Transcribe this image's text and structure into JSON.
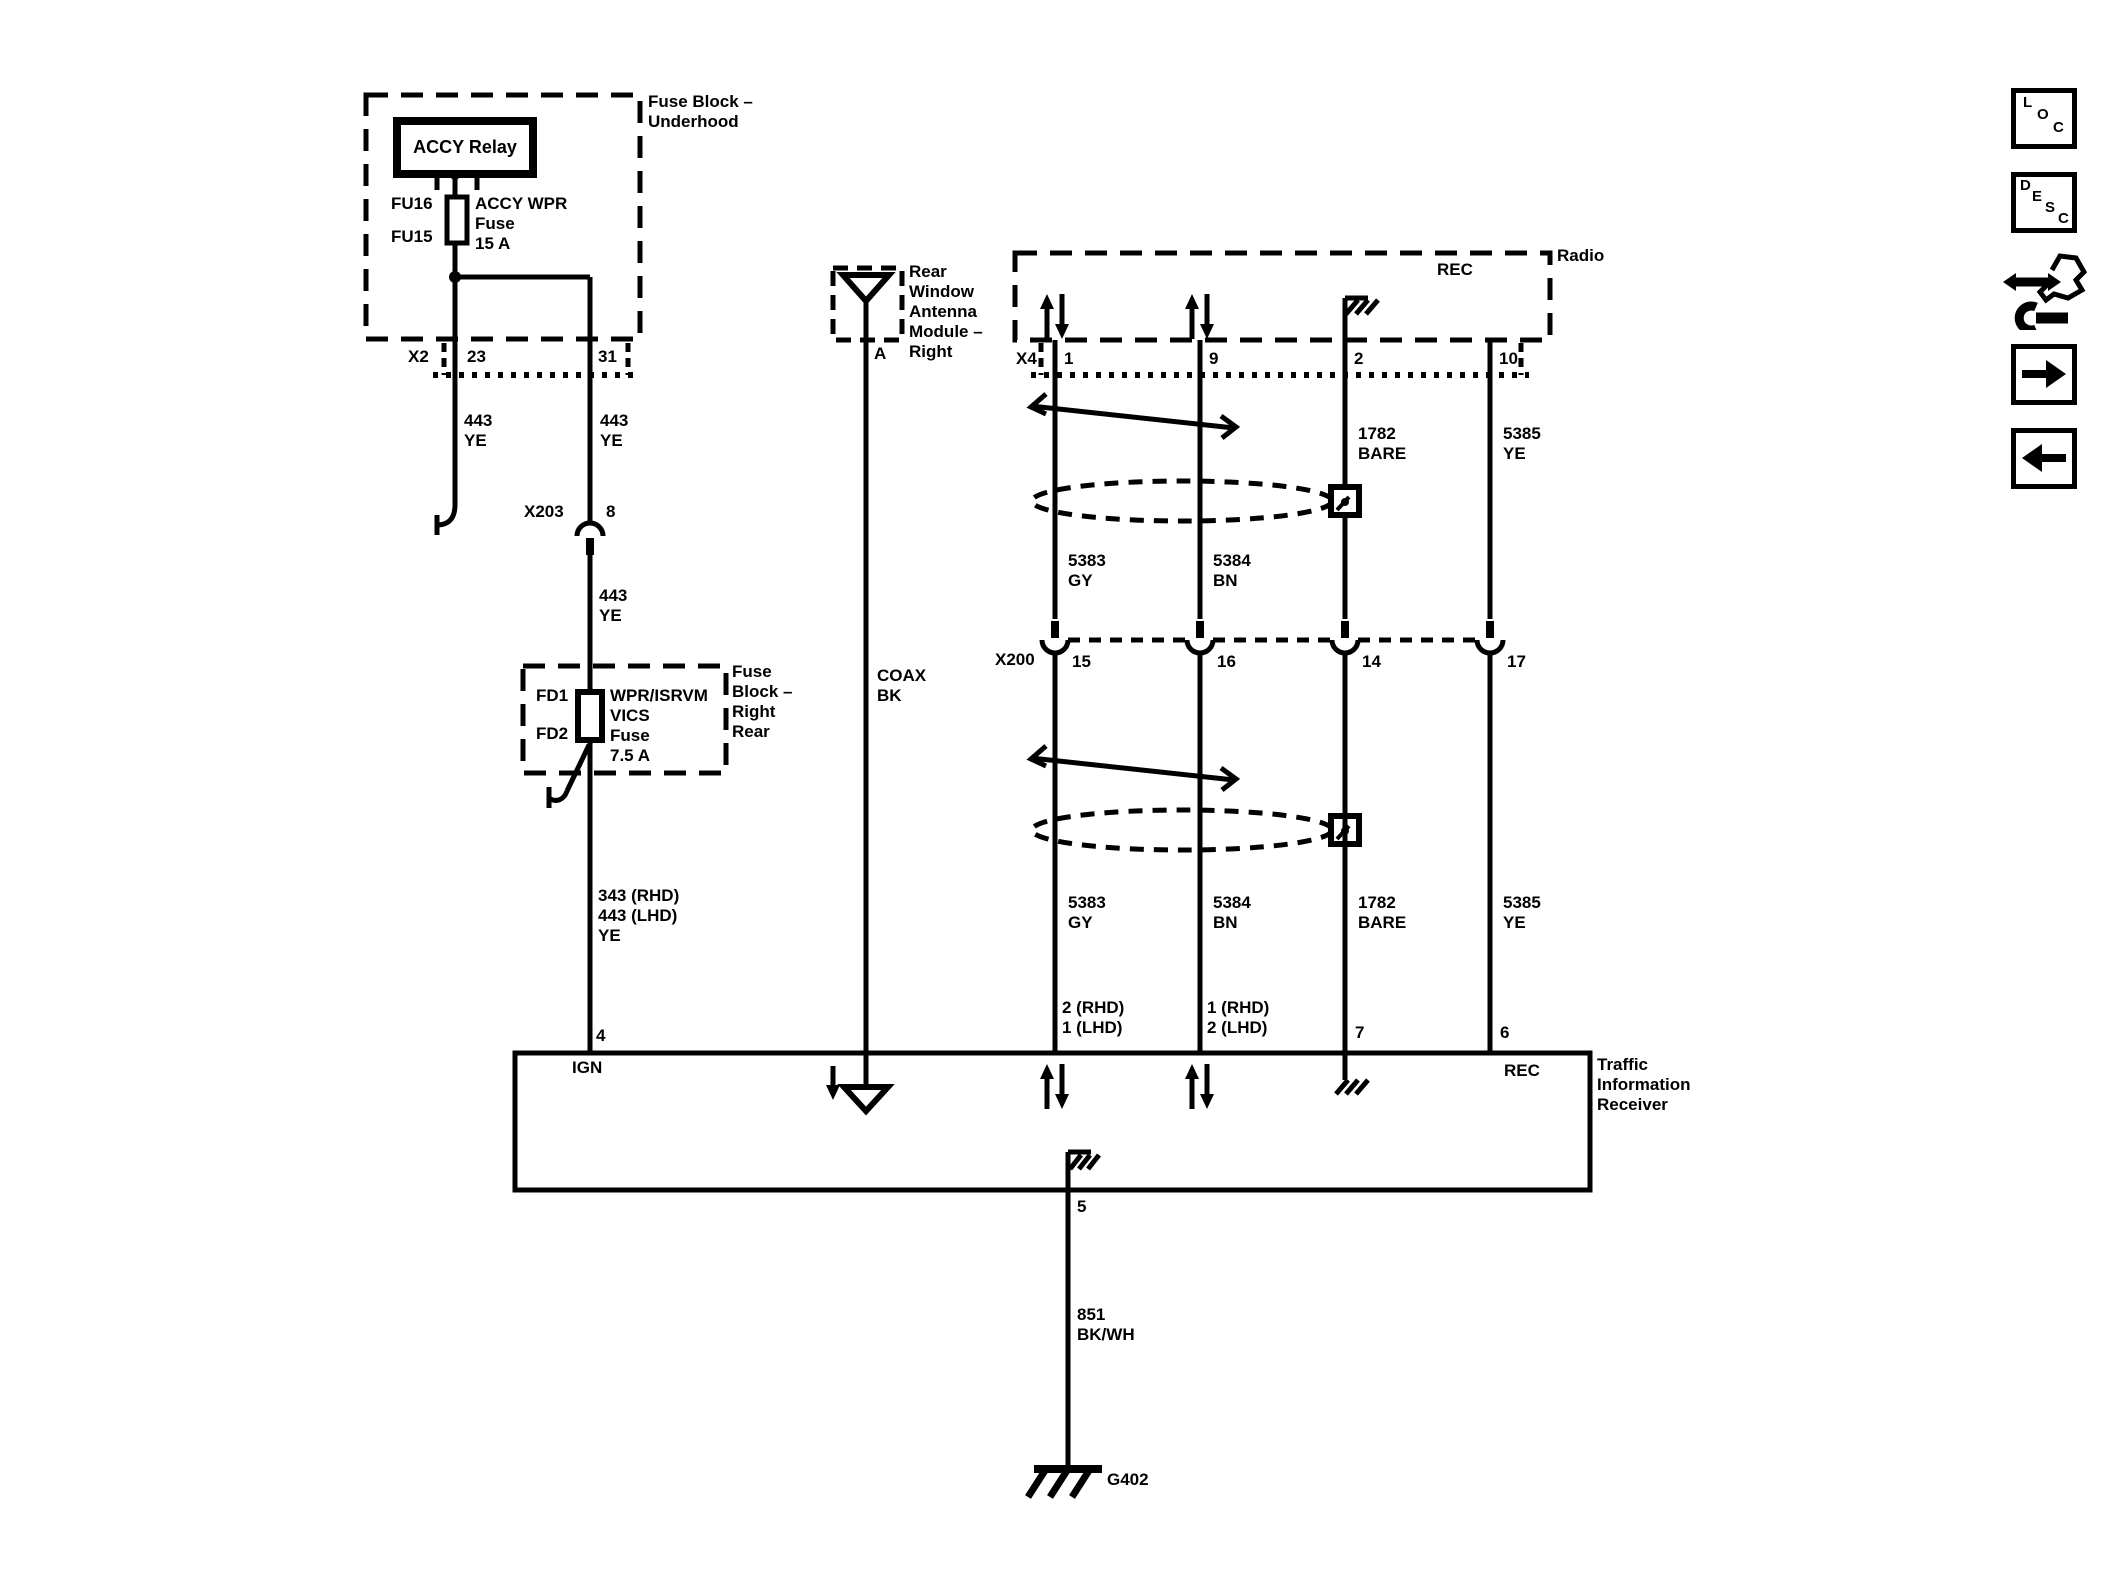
{
  "toolbar": {
    "loc_letters": [
      "L",
      "O",
      "C"
    ],
    "desc_letters": [
      "D",
      "E",
      "S",
      "C"
    ]
  },
  "underhood_fuse_block": {
    "title": [
      "Fuse Block –",
      "Underhood"
    ],
    "relay_label": "ACCY Relay",
    "pin_top": "FU16",
    "pin_bottom": "FU15",
    "fuse_desc": [
      "ACCY WPR",
      "Fuse",
      "15 A"
    ]
  },
  "connector_x2": {
    "label": "X2",
    "pin_left": "23",
    "pin_right": "31"
  },
  "wire_443_left": [
    "443",
    "YE"
  ],
  "wire_443_right": [
    "443",
    "YE"
  ],
  "connector_x203": {
    "label": "X203",
    "pin": "8"
  },
  "wire_443_lower": [
    "443",
    "YE"
  ],
  "right_rear_fuse_block": {
    "title": [
      "Fuse",
      "Block –",
      "Right",
      "Rear"
    ],
    "pin_top": "FD1",
    "pin_bottom": "FD2",
    "fuse_desc": [
      "WPR/ISRVM",
      "VICS",
      "Fuse",
      "7.5 A"
    ]
  },
  "wire_343": [
    "343 (RHD)",
    "443 (LHD)",
    "YE"
  ],
  "antenna_module": {
    "title": [
      "Rear",
      "Window",
      "Antenna",
      "Module –",
      "Right"
    ],
    "pin": "A"
  },
  "wire_coax": [
    "COAX",
    "BK"
  ],
  "radio": {
    "title": "Radio",
    "rec_label": "REC",
    "connector_label": "X4",
    "pins": [
      "1",
      "9",
      "2",
      "10"
    ]
  },
  "bus_upper": {
    "wire1": [
      "5383",
      "GY"
    ],
    "wire2": [
      "5384",
      "BN"
    ],
    "wire3": [
      "1782",
      "BARE"
    ],
    "wire4": [
      "5385",
      "YE"
    ]
  },
  "connector_x200": {
    "label": "X200",
    "pins": [
      "15",
      "16",
      "14",
      "17"
    ]
  },
  "bus_lower": {
    "wire1": [
      "5383",
      "GY"
    ],
    "wire2": [
      "5384",
      "BN"
    ],
    "wire3": [
      "1782",
      "BARE"
    ],
    "wire4": [
      "5385",
      "YE"
    ]
  },
  "receiver": {
    "title": [
      "Traffic",
      "Information",
      "Receiver"
    ],
    "pin_ign": "4",
    "ign_label": "IGN",
    "pin_w1": [
      "2 (RHD)",
      "1 (LHD)"
    ],
    "pin_w2": [
      "1 (RHD)",
      "2 (LHD)"
    ],
    "pin_ground": "7",
    "pin_rec": "6",
    "rec_label": "REC",
    "pin_bottom": "5"
  },
  "wire_851": [
    "851",
    "BK/WH"
  ],
  "ground_label": "G402"
}
